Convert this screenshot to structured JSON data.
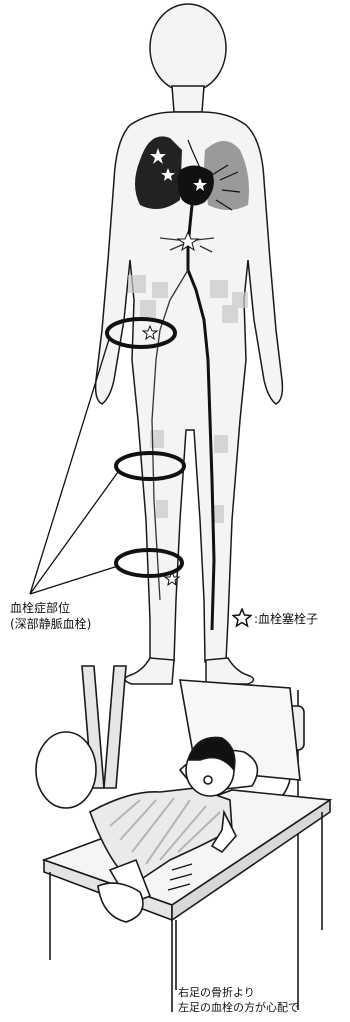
{
  "figure_top": {
    "thrombus_site_label_line1": "血栓症部位",
    "thrombus_site_label_line2": "(深部静脈血栓)",
    "legend_symbol": "star-outline-icon",
    "legend_text": ":血栓塞栓子"
  },
  "figure_bottom": {
    "caption_line1": "右足の骨折より",
    "caption_line2": "左足の血栓の方が心配で"
  },
  "colors": {
    "body_fill": "#f3f3f3",
    "outline": "#1a1a1a",
    "lung_dark": "#202020",
    "lung_light": "#9a9a9a",
    "highlight_grey": "#b8b8b8"
  }
}
